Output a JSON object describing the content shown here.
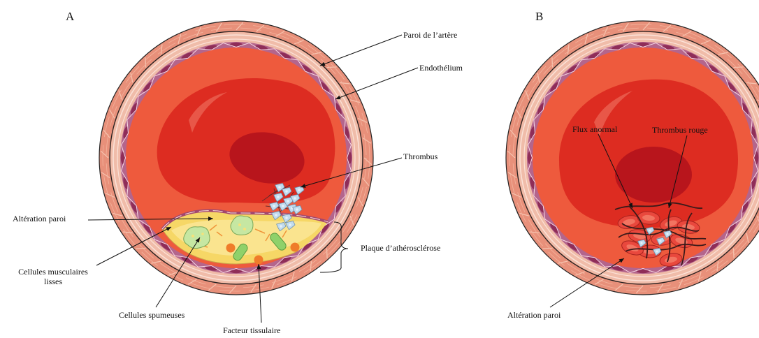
{
  "panels": {
    "a": {
      "letter": "A",
      "labels": {
        "paroi_artere": "Paroi de l’artère",
        "endothelium": "Endothélium",
        "thrombus": "Thrombus",
        "alteration_paroi": "Altération paroi",
        "plaque": "Plaque d’athérosclérose",
        "cellules_musculaires_line1": "Cellules musculaires",
        "cellules_musculaires_line2": "lisses",
        "cellules_spumeuses": "Cellules spumeuses",
        "facteur_tissulaire": "Facteur tissulaire"
      }
    },
    "b": {
      "letter": "B",
      "labels": {
        "flux_anormal": "Flux anormal",
        "thrombus_rouge": "Thrombus rouge",
        "alteration_paroi": "Altération paroi"
      }
    }
  },
  "colors": {
    "outer_wall": "#e8907a",
    "wall_stripe": "#f2b8a4",
    "media": "#f3c7b8",
    "endothelium": "#a8507a",
    "endothelial_cell": "#9b3a62",
    "lumen_outer": "#ef5a3c",
    "lumen_mid": "#dd2d22",
    "lumen_core": "#b3151c",
    "plaque": "#f6dc6a",
    "foam_cell": "#bfe39b",
    "smooth_muscle": "#8fd16a",
    "tissue_factor": "#ef7c2a",
    "platelet": "#bcd9ec",
    "red_cell": "#e9483d"
  }
}
